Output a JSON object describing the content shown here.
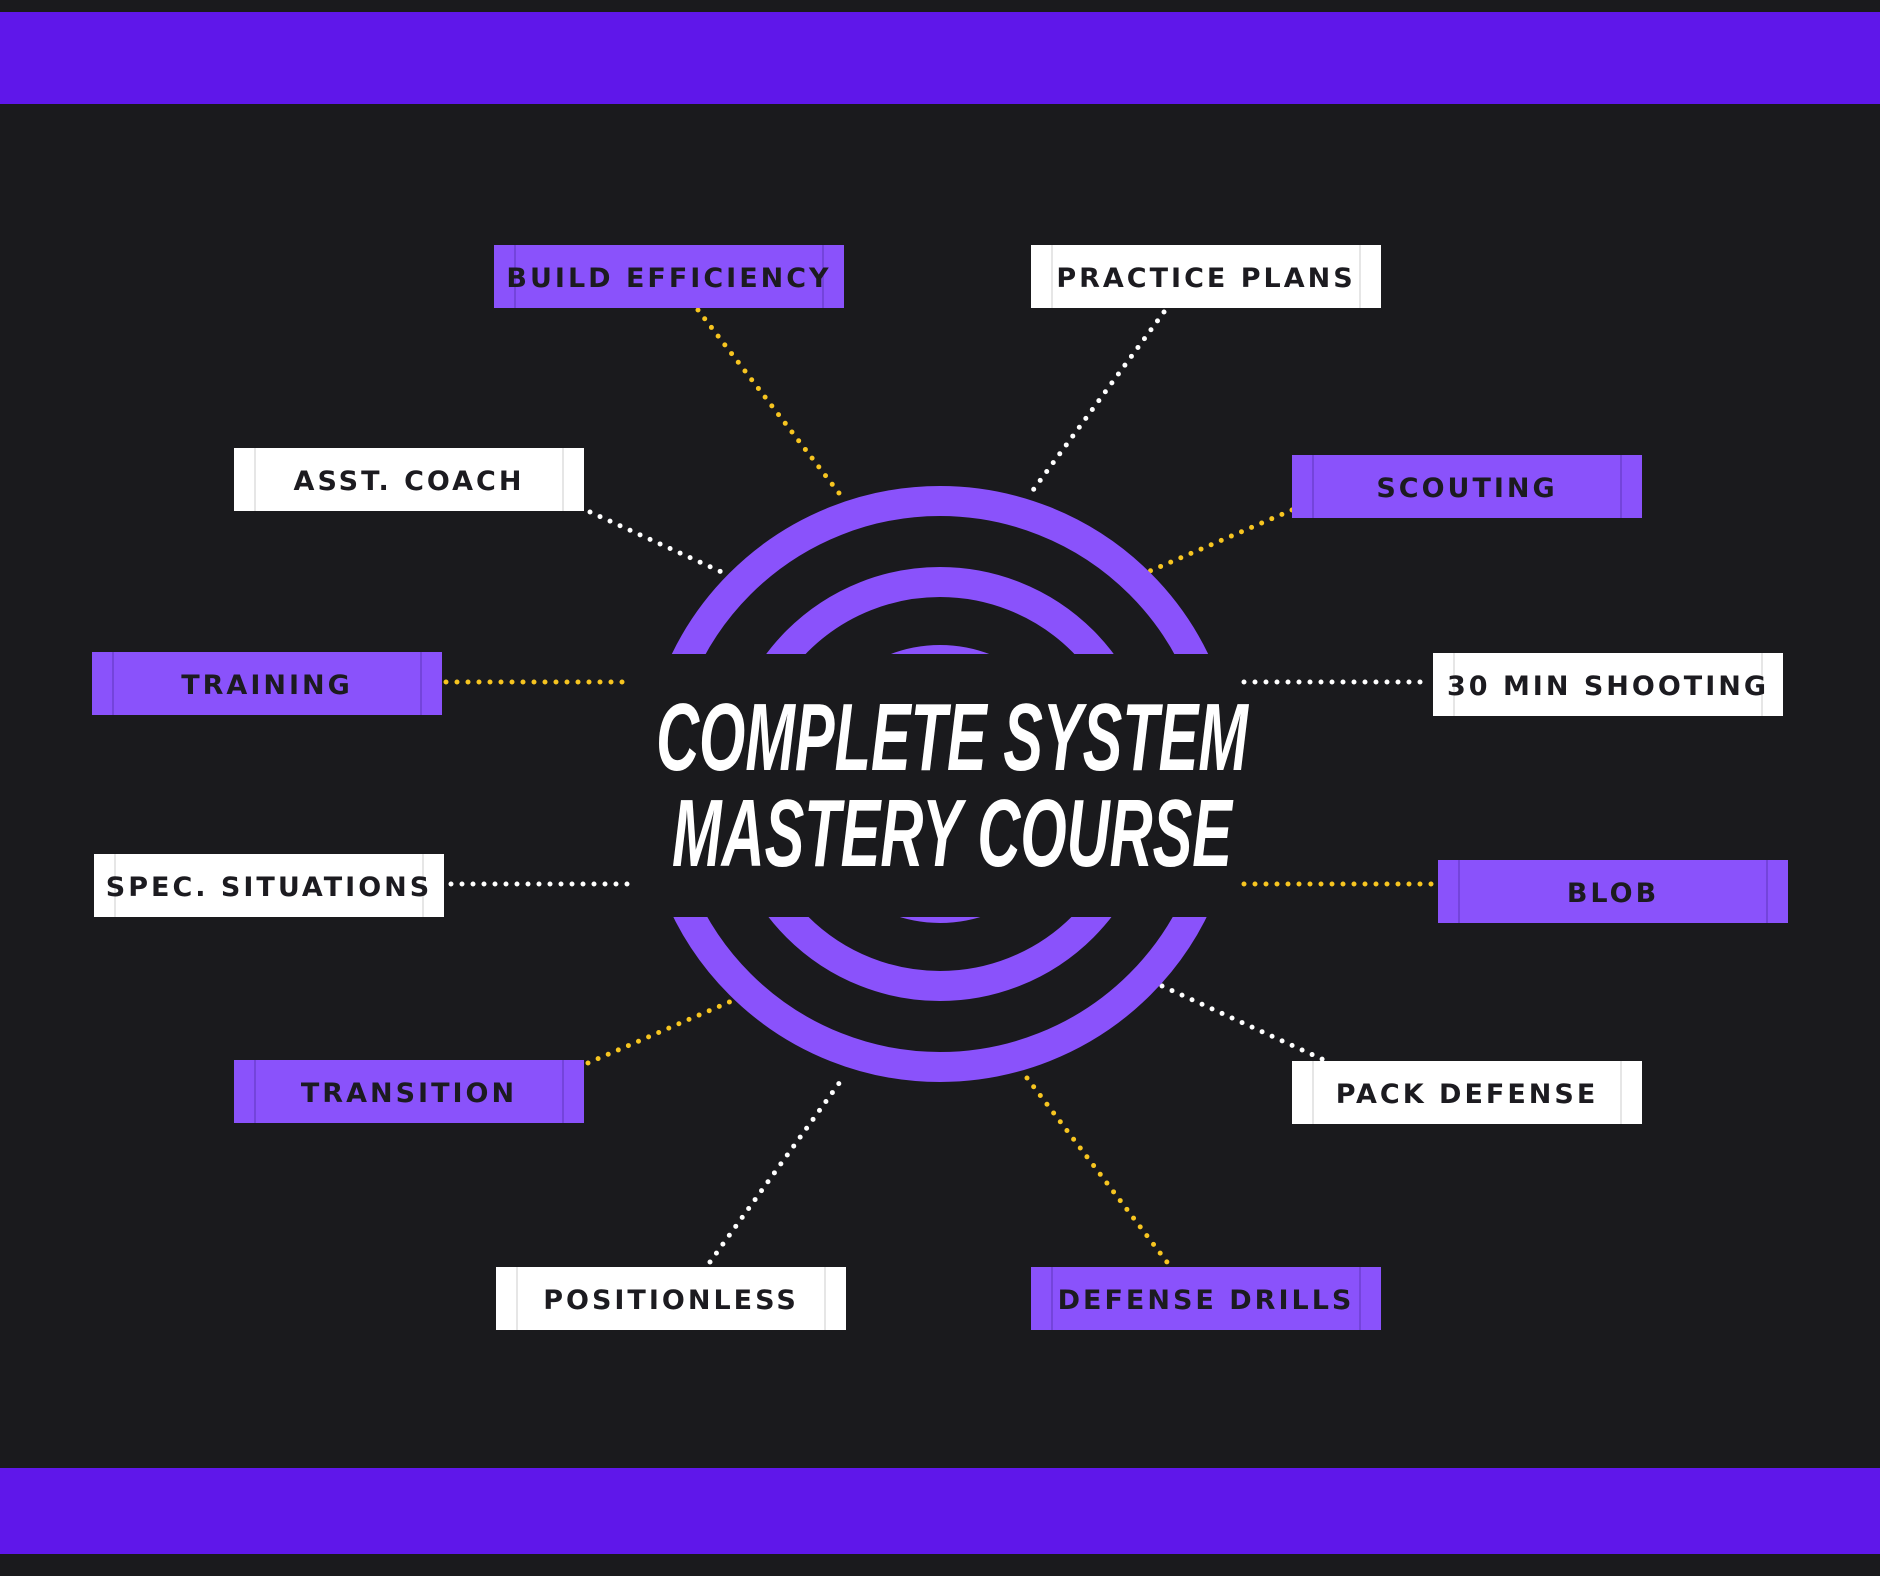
{
  "title": {
    "line1": "COMPLETE SYSTEM",
    "line2": "MASTERY COURSE"
  },
  "colors": {
    "background": "#1a1a1d",
    "band": "#5f17ea",
    "ring": "#8a52fb",
    "label_purple": "#8a52fb",
    "label_white": "#ffffff",
    "dots_yellow": "#f7c520",
    "dots_white": "#ffffff",
    "label_text": "#1c1b20"
  },
  "labels": [
    {
      "text": "BUILD EFFICIENCY",
      "variant": "purple"
    },
    {
      "text": "PRACTICE PLANS",
      "variant": "white"
    },
    {
      "text": "ASST. COACH",
      "variant": "white"
    },
    {
      "text": "SCOUTING",
      "variant": "purple"
    },
    {
      "text": "TRAINING",
      "variant": "purple"
    },
    {
      "text": "30 MIN SHOOTING",
      "variant": "white"
    },
    {
      "text": "SPEC. SITUATIONS",
      "variant": "white"
    },
    {
      "text": "BLOB",
      "variant": "purple"
    },
    {
      "text": "TRANSITION",
      "variant": "purple"
    },
    {
      "text": "PACK DEFENSE",
      "variant": "white"
    },
    {
      "text": "POSITIONLESS",
      "variant": "white"
    },
    {
      "text": "DEFENSE DRILLS",
      "variant": "purple"
    }
  ]
}
